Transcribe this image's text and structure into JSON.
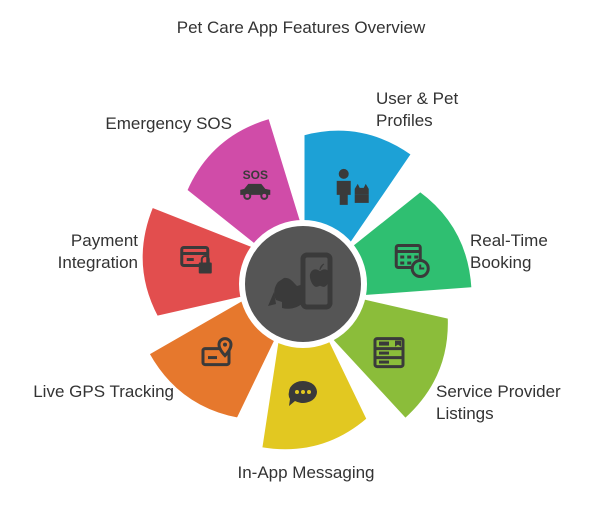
{
  "title": "Pet Care App Features Overview",
  "center": {
    "icon": "pet-phone-icon",
    "color": "#555555"
  },
  "features": [
    {
      "id": "user-pet-profiles",
      "lines": [
        "User & Pet",
        "Profiles"
      ],
      "color": "#1da1d6",
      "icon": "user-pet-icon"
    },
    {
      "id": "real-time-booking",
      "lines": [
        "Real-Time",
        "Booking"
      ],
      "color": "#2fbf71",
      "icon": "calendar-clock-icon"
    },
    {
      "id": "service-provider-listings",
      "lines": [
        "Service Provider",
        "Listings"
      ],
      "color": "#8bbd3a",
      "icon": "listing-icon"
    },
    {
      "id": "in-app-messaging",
      "lines": [
        "In-App Messaging"
      ],
      "color": "#e2c821",
      "icon": "chat-bubble-icon"
    },
    {
      "id": "live-gps-tracking",
      "lines": [
        "Live GPS Tracking"
      ],
      "color": "#e6782d",
      "icon": "map-pin-icon"
    },
    {
      "id": "payment-integration",
      "lines": [
        "Payment",
        "Integration"
      ],
      "color": "#e24e4e",
      "icon": "card-lock-icon"
    },
    {
      "id": "emergency-sos",
      "lines": [
        "Emergency SOS"
      ],
      "color": "#d04ca8",
      "icon": "sos-car-icon",
      "badge": "SOS"
    }
  ]
}
